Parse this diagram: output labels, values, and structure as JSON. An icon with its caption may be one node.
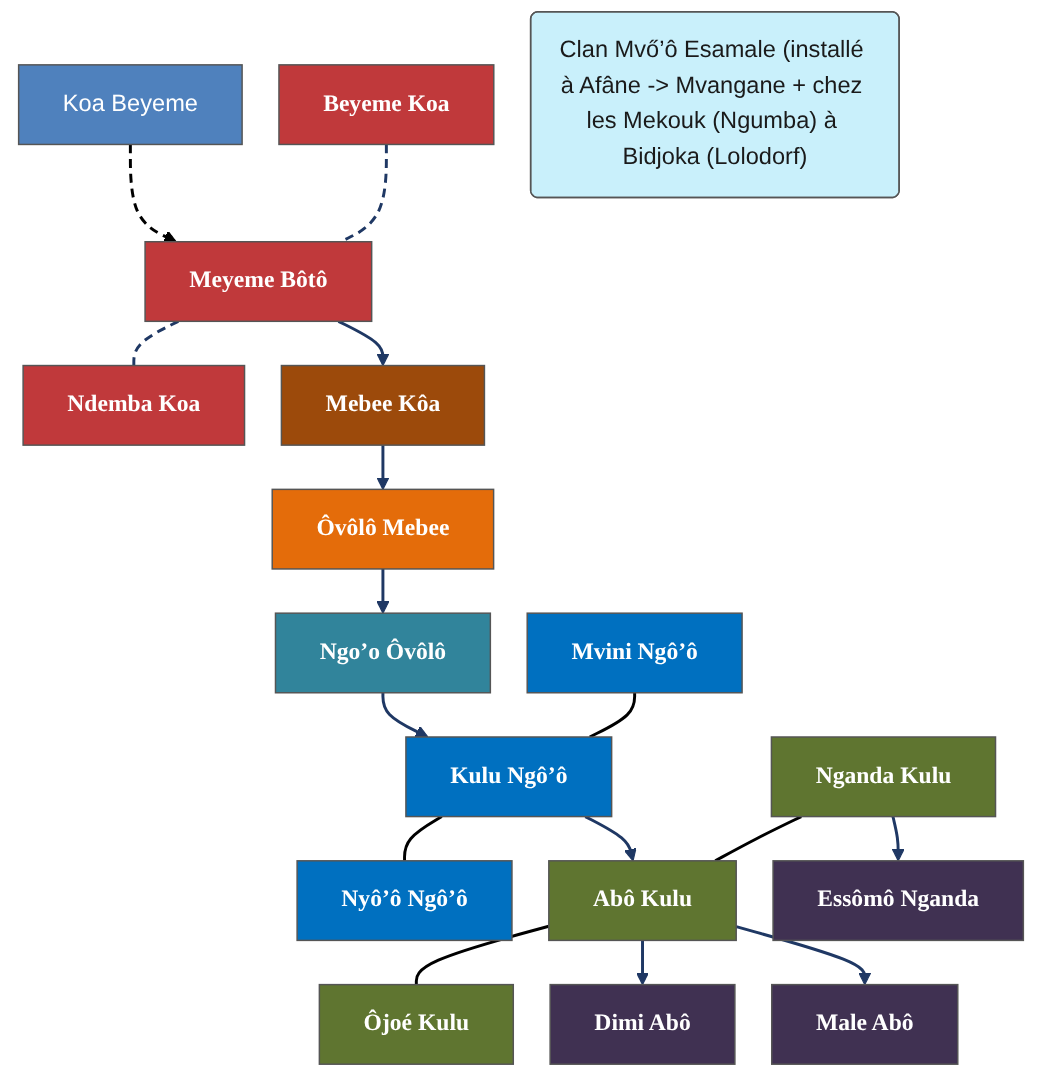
{
  "diagram": {
    "nodes": [
      {
        "text": [
          "Koa Beyeme"
        ]
      },
      {
        "text": [
          "Beyeme Koa"
        ]
      },
      {
        "text": [
          "Meyeme Bôtô"
        ]
      },
      {
        "text": [
          "Ndemba Koa"
        ]
      },
      {
        "text": [
          "Mebee Kôa"
        ]
      },
      {
        "text": [
          "Ôvôlô Mebee"
        ]
      },
      {
        "text": [
          "Ngo’o Ôvôlô"
        ]
      },
      {
        "text": [
          "Mvini Ngô’ô"
        ]
      },
      {
        "text": [
          "Kulu Ngô’ô"
        ]
      },
      {
        "text": [
          "Nyô’ô Ngô’ô"
        ]
      },
      {
        "text": [
          "Nganda Kulu"
        ]
      },
      {
        "text": [
          "Abô Kulu"
        ]
      },
      {
        "text": [
          "Ôjoé Kulu"
        ]
      },
      {
        "text": [
          "Essômô Nganda"
        ]
      },
      {
        "text": [
          "Dimi Abô"
        ]
      },
      {
        "text": [
          "Male Abô"
        ]
      },
      {
        "text": [
          "Clan Mvő’ô Esamale (installé à Afâne -> Mvangane + chez les Mekouk (Ngumba) à Bidjoka (Lolodorf)"
        ]
      }
    ],
    "edges": [
      {
        "from": 0,
        "to": 2,
        "arrow": "to",
        "style": "dashed",
        "color": "#000000"
      },
      {
        "from": 1,
        "to": 2,
        "arrow": "none",
        "style": "dashed"
      },
      {
        "from": 2,
        "to": 3,
        "arrow": "none",
        "style": "dashed"
      },
      {
        "from": 2,
        "to": 4,
        "arrow": "to"
      },
      {
        "from": 4,
        "to": 5,
        "arrow": "to"
      },
      {
        "from": 5,
        "to": 6,
        "arrow": "to"
      },
      {
        "from": 6,
        "to": 8,
        "arrow": "to"
      },
      {
        "from": 7,
        "to": 8,
        "arrow": "none",
        "color": "#000000"
      },
      {
        "from": 8,
        "to": 9,
        "arrow": "none",
        "color": "#000000"
      },
      {
        "from": 8,
        "to": 11,
        "arrow": "to"
      },
      {
        "from": 10,
        "to": 11,
        "arrow": "none",
        "color": "#000000"
      },
      {
        "from": 11,
        "to": 12,
        "arrow": "none",
        "color": "#000000"
      },
      {
        "from": 10,
        "to": 13,
        "arrow": "to"
      },
      {
        "from": 11,
        "to": 14,
        "arrow": "to"
      },
      {
        "from": 11,
        "to": 15,
        "arrow": "to"
      }
    ]
  }
}
